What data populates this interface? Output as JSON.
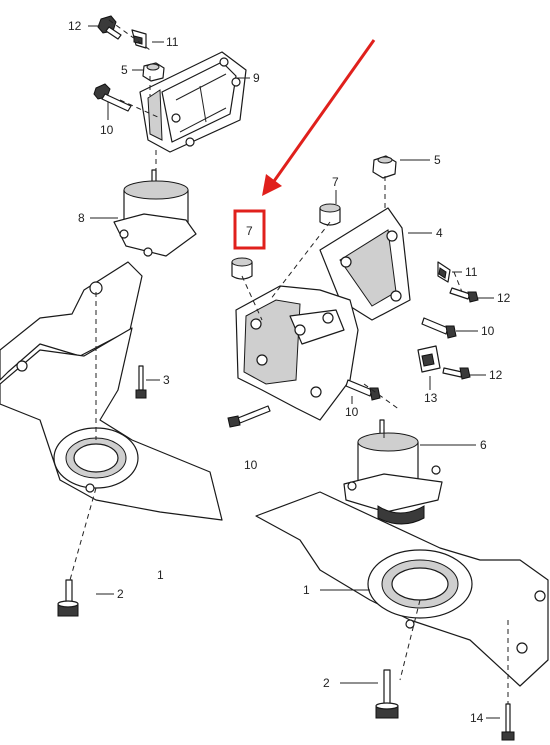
{
  "callouts": {
    "c12a": "12",
    "c11a": "11",
    "c5a": "5",
    "c9": "9",
    "c10a": "10",
    "c8": "8",
    "c3": "3",
    "c1a": "1",
    "c2a": "2",
    "c5b": "5",
    "c7a": "7",
    "c7b": "7",
    "c4": "4",
    "c11b": "11",
    "c12b": "12",
    "c10b": "10",
    "c13": "13",
    "c12c": "12",
    "c10c": "10",
    "c6": "6",
    "c10d": "10",
    "c1b": "1",
    "c2b": "2",
    "c14": "14"
  },
  "highlight": {
    "color": "#e0201c"
  }
}
